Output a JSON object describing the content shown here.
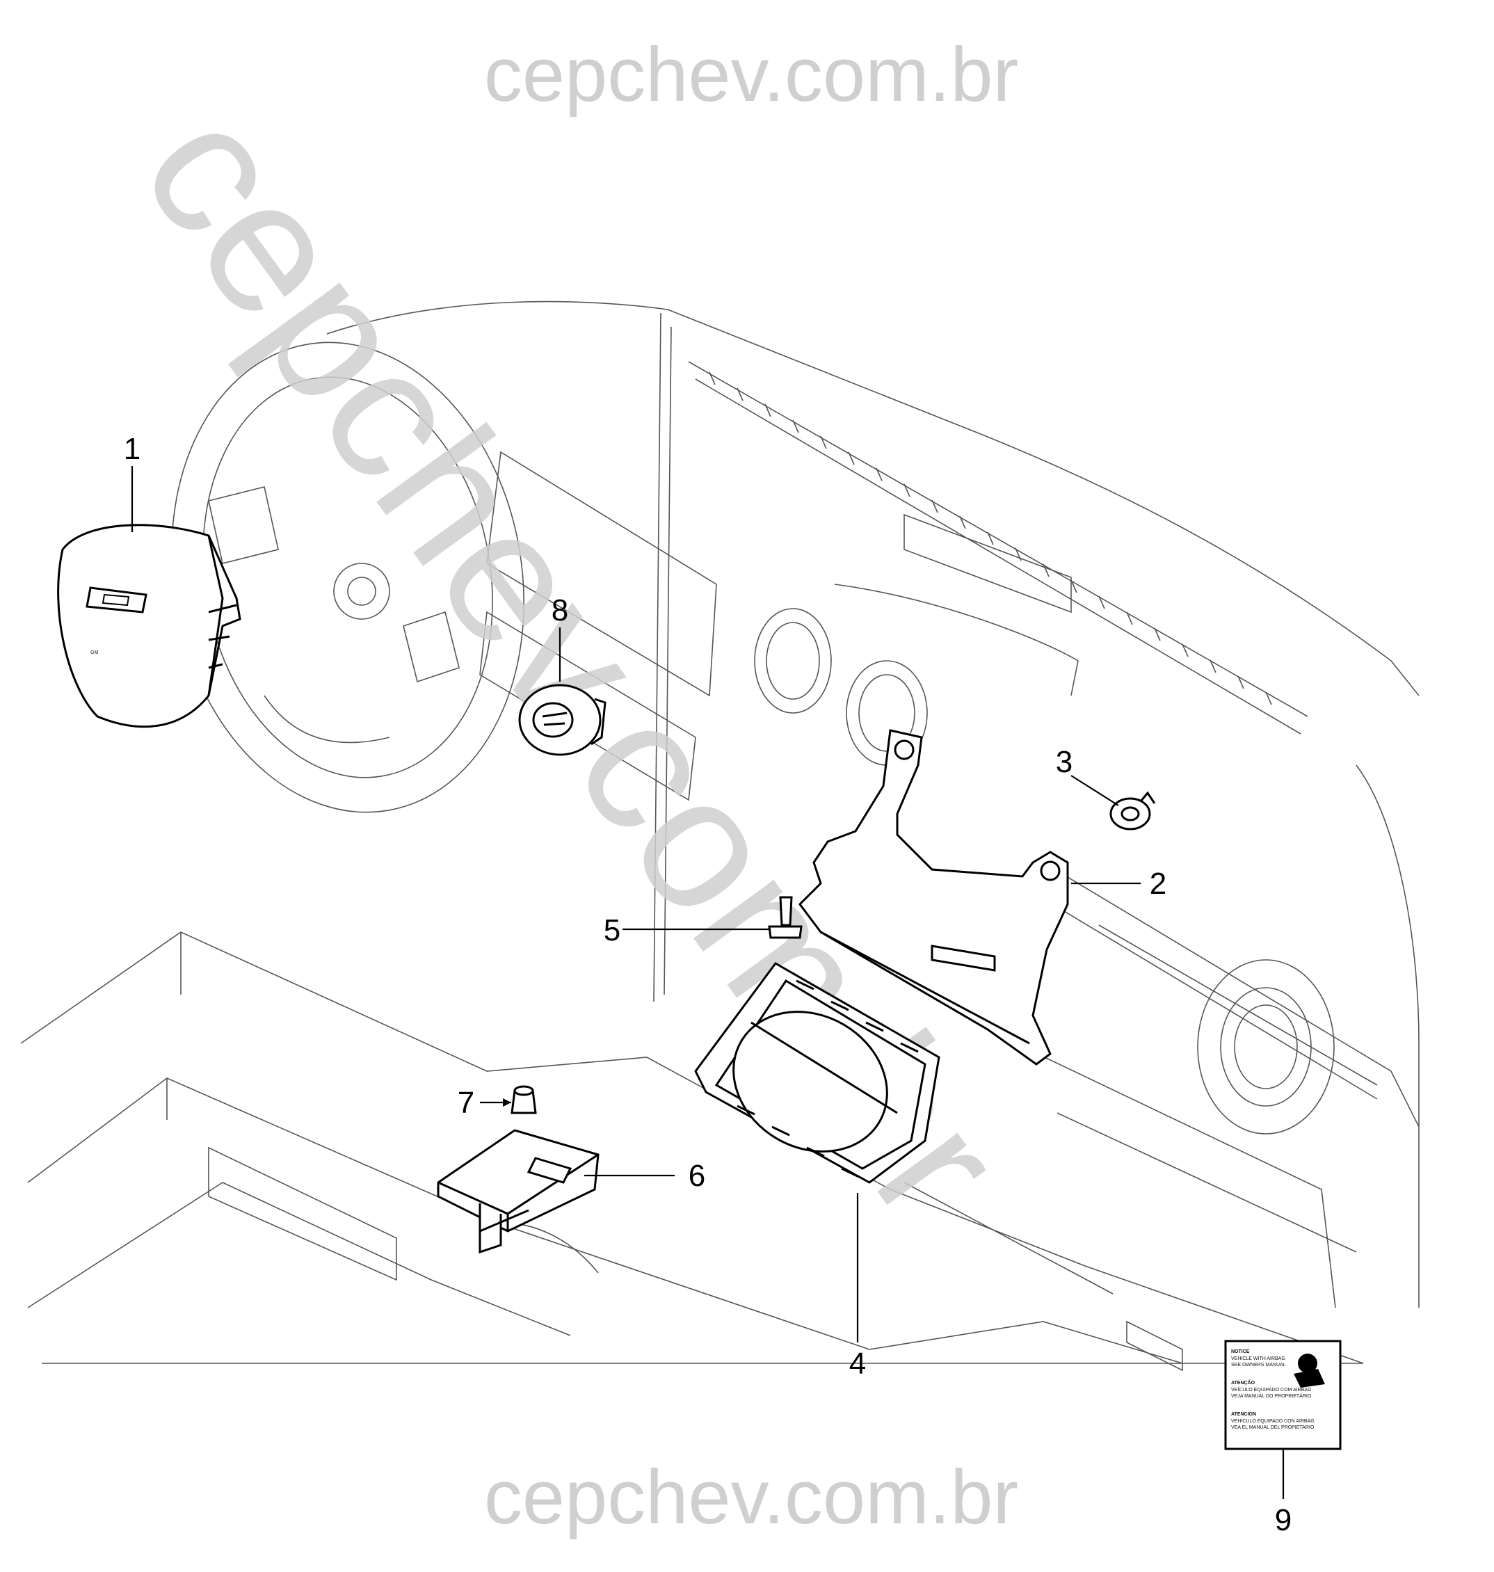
{
  "watermark": {
    "top": "cepchev.com.br",
    "bottom": "cepchev.com.br",
    "diagonal": "cepchev.com.br",
    "color": "#cfcfcf"
  },
  "callouts": [
    "1",
    "2",
    "3",
    "4",
    "5",
    "6",
    "7",
    "8",
    "9"
  ],
  "label_9": {
    "lines": [
      "NOTICE",
      "VEHICLE WITH AIRBAG",
      "SEE OWNERS MANUAL",
      "ATENÇÃO",
      "VEÍCULO EQUIPADO COM AIRBAG",
      "VEJA MANUAL DO PROPRIETÁRIO",
      "ATENCION",
      "VEHICULO EQUIPADO CON AIRBAG",
      "VEA EL MANUAL DEL PROPIETARIO"
    ]
  },
  "parts": {
    "p1": "driver-airbag-module-icon",
    "p2": "passenger-airbag-bracket-icon",
    "p3": "nut-icon",
    "p4": "passenger-airbag-module-icon",
    "p5": "bolt-icon",
    "p6": "airbag-control-module-icon",
    "p7": "nut-icon",
    "p8": "clockspring-coil-icon",
    "p9": "airbag-warning-label-icon"
  }
}
